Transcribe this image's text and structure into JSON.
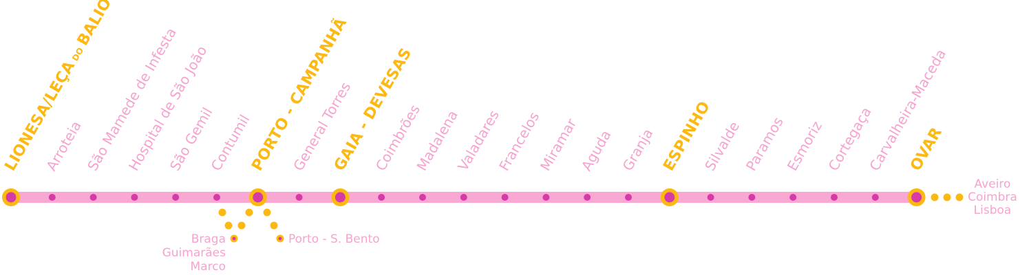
{
  "colors": {
    "line": "#f9a8d4",
    "stop": "#d63aa7",
    "major_ring": "#fdb913",
    "major_label": "#fdb913",
    "minor_label": "#f6a3cf",
    "branch_dot": "#fdb913"
  },
  "stations": [
    {
      "name": "LIONESA/LEÇA",
      "suffix_small": "DO",
      "suffix": "BALIO",
      "major": true
    },
    {
      "name": "Arroteia",
      "major": false
    },
    {
      "name": "São Mamede de Infesta",
      "major": false
    },
    {
      "name": "Hospital de São João",
      "major": false
    },
    {
      "name": "São Gemil",
      "major": false
    },
    {
      "name": "Contumil",
      "major": false
    },
    {
      "name": "PORTO - CAMPANHÃ",
      "major": true
    },
    {
      "name": "General Torres",
      "major": false
    },
    {
      "name": "GAIA - DEVESAS",
      "major": true
    },
    {
      "name": "Coimbrões",
      "major": false
    },
    {
      "name": "Madalena",
      "major": false
    },
    {
      "name": "Valadares",
      "major": false
    },
    {
      "name": "Francelos",
      "major": false
    },
    {
      "name": "Miramar",
      "major": false
    },
    {
      "name": "Aguda",
      "major": false
    },
    {
      "name": "Granja",
      "major": false
    },
    {
      "name": "ESPINHO",
      "major": true
    },
    {
      "name": "Silvalde",
      "major": false
    },
    {
      "name": "Paramos",
      "major": false
    },
    {
      "name": "Esmoriz",
      "major": false
    },
    {
      "name": "Cortegaça",
      "major": false
    },
    {
      "name": "Carvalheira-Maceda",
      "major": false
    },
    {
      "name": "OVAR",
      "major": true
    }
  ],
  "branches": {
    "south_continuation": [
      "Aveiro",
      "Coimbra",
      "Lisboa"
    ],
    "north_branch": [
      "Braga",
      "Guimarães",
      "Marco"
    ],
    "city_branch": "Porto - S. Bento"
  }
}
